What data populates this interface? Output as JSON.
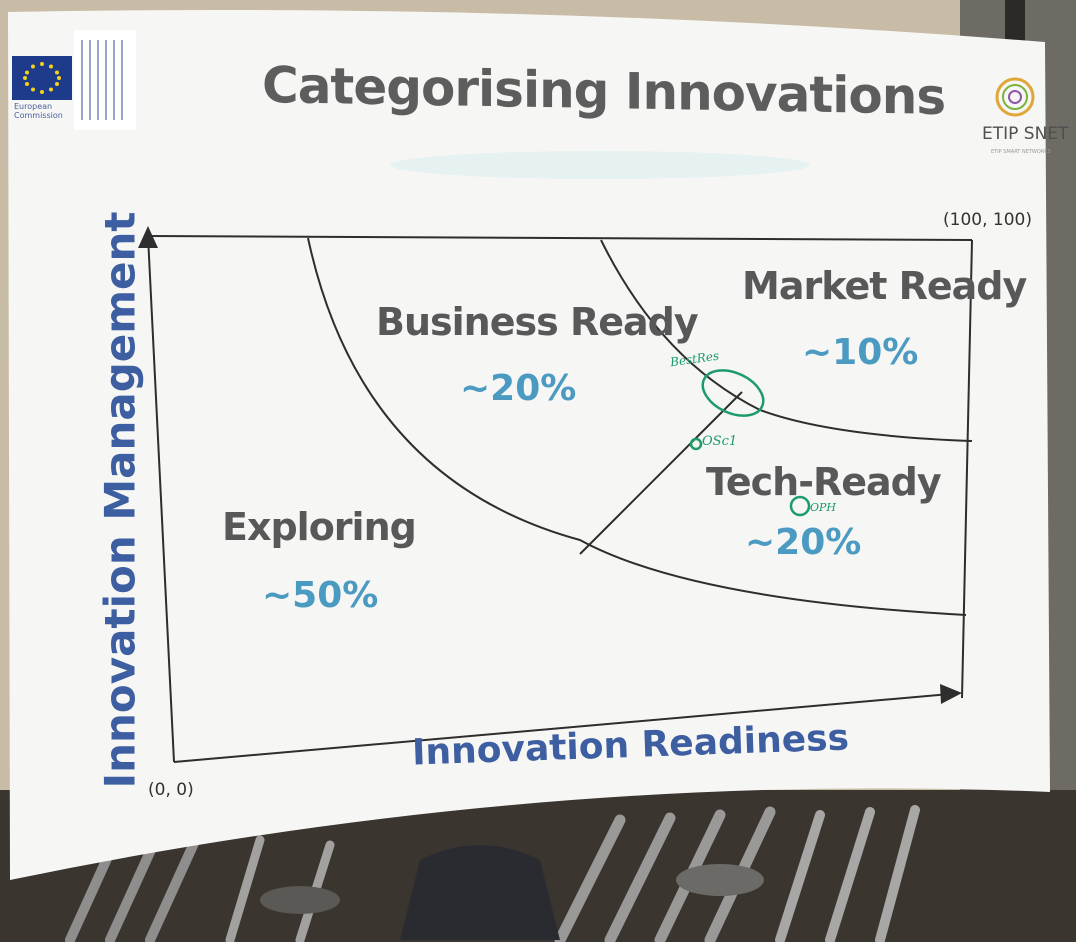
{
  "poster": {
    "title": "Categorising Innovations",
    "y_axis_label": "Innovation Management",
    "x_axis_label": "Innovation Readiness",
    "origin_label": "(0, 0)",
    "max_label": "(100, 100)"
  },
  "regions": [
    {
      "name": "Exploring",
      "share": "~50%"
    },
    {
      "name": "Business Ready",
      "share": "~20%"
    },
    {
      "name": "Market Ready",
      "share": "~10%"
    },
    {
      "name": "Tech-Ready",
      "share": "~20%"
    }
  ],
  "annotations": [
    "BestRes",
    "OSc1",
    "OPH"
  ],
  "logos": {
    "left": {
      "line1": "European",
      "line2": "Commission"
    },
    "right": {
      "name": "ETIP SNET",
      "tagline": "ETIP SMART NETWORKS"
    }
  },
  "colors": {
    "axis_label": "#3d5ea0",
    "region_label": "#585858",
    "percentage": "#4b9ac2",
    "handwriting": "#1c9c68",
    "poster_bg": "#f6f6f4"
  }
}
